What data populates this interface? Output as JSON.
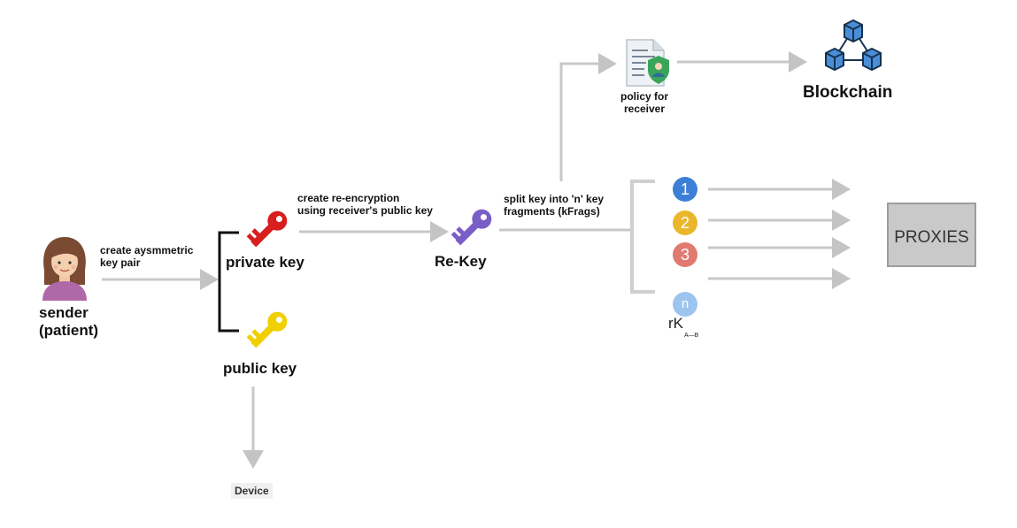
{
  "sender": {
    "line1": "sender",
    "line2": "(patient)"
  },
  "step_keypair": {
    "line1": "create aysmmetric",
    "line2": "key pair"
  },
  "private_key": "private key",
  "public_key": "public key",
  "device": "Device",
  "step_reencrypt": {
    "line1": "create re-encryption",
    "line2": "using receiver's public key"
  },
  "rekey": "Re-Key",
  "step_split": {
    "line1": "split  key into 'n' key",
    "line2": "fragments   (kFrags)"
  },
  "policy": {
    "line1": "policy for",
    "line2": "receiver"
  },
  "blockchain": "Blockchain",
  "fragments": [
    {
      "label": "1",
      "color": "#3d7fd6"
    },
    {
      "label": "2",
      "color": "#eab62c"
    },
    {
      "label": "3",
      "color": "#e07a70"
    },
    {
      "label": "n",
      "color": "#9cc4ee"
    }
  ],
  "rk": {
    "main": "rK",
    "sub": "A—B"
  },
  "proxies": "PROXIES",
  "colors": {
    "private_key": "#d81e1e",
    "public_key": "#f0d000",
    "rekey": "#7a5ec8",
    "arrow": "#c8c8c8"
  }
}
